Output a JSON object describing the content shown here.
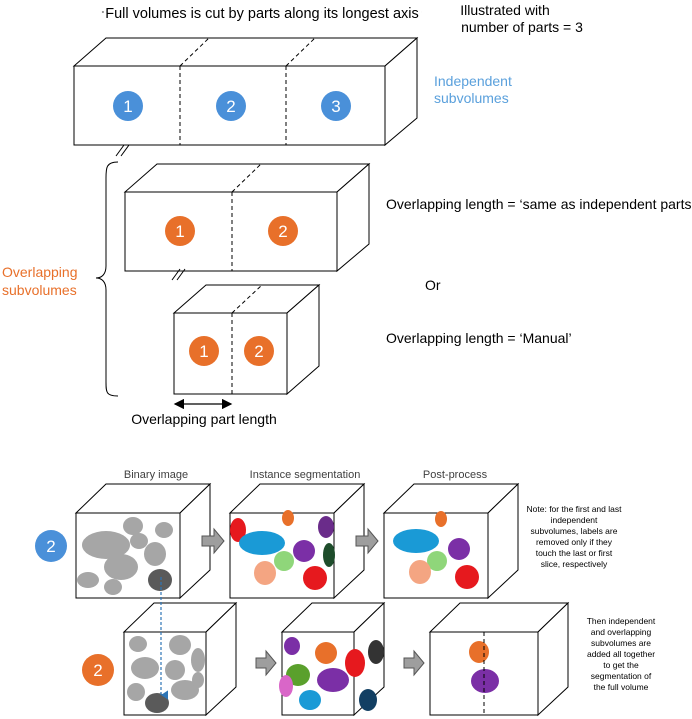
{
  "top": {
    "header_cut": "Full volumes is cut by parts along its longest axis",
    "header_illustrated_line1": "Illustrated with",
    "header_illustrated_line2": "number of parts = 3",
    "independent_label_line1": "Independent",
    "independent_label_line2": "subvolumes",
    "overlapping_label_line1": "Overlapping",
    "overlapping_label_line2": "subvolumes",
    "part_numbers": [
      "1",
      "2",
      "3"
    ],
    "overlap_text_same": "Overlapping length = ‘same as independent parts’",
    "or_text": "Or",
    "overlap_text_manual": "Overlapping length = ‘Manual’",
    "overlap_part_length": "Overlapping part length"
  },
  "bottom": {
    "col_binary": "Binary image",
    "col_instance": "Instance segmentation",
    "col_postprocess": "Post-process",
    "row_badge_independent": "2",
    "row_badge_overlapping": "2",
    "note_lines": [
      "Note: for the first and last",
      "independent",
      "subvolumes, labels are",
      "removed only if they",
      "touch the last or first",
      "slice, respectively"
    ],
    "then_lines": [
      "Then independent",
      "and overlapping",
      "subvolumes are",
      "added all together",
      "to get the",
      "segmentation of",
      "the full volume"
    ]
  },
  "colors": {
    "independent_blue": "#4a90d9",
    "overlapping_orange": "#e8702a",
    "text_blue": "#5aa0dc",
    "text_orange": "#e8702a",
    "gray_blob": "#a6a6a6",
    "dark_blob": "#5a5a5a",
    "arrow_fill": "#9e9e9e",
    "dashed_arrow": "#2e75b6"
  }
}
